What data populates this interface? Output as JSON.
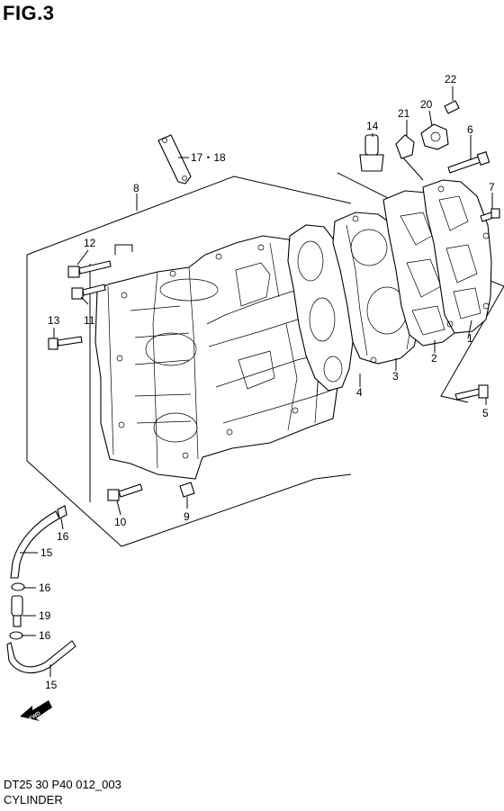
{
  "figure": {
    "title": "FIG.3",
    "code": "DT25 30 P40 012_003",
    "name": "CYLINDER"
  },
  "callouts": [
    "1",
    "2",
    "3",
    "4",
    "5",
    "6",
    "7",
    "8",
    "9",
    "10",
    "11",
    "12",
    "13",
    "14",
    "15",
    "15",
    "16",
    "16",
    "16",
    "17・18",
    "19",
    "20",
    "21",
    "22"
  ],
  "fwd_mark": "FWD"
}
